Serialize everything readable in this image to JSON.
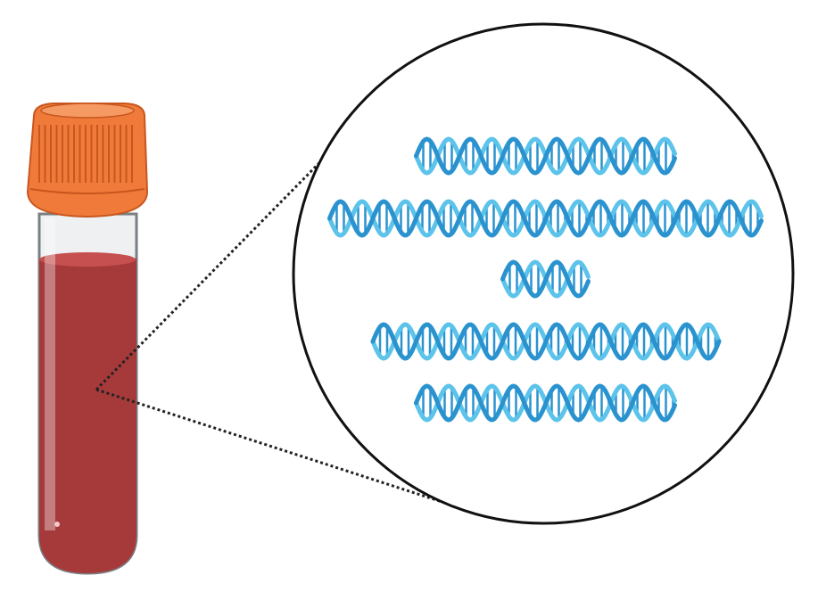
{
  "colors": {
    "background": "#ffffff",
    "cap": "#f07a3a",
    "cap_dark": "#c8561e",
    "blood": "#a63a3a",
    "blood_top": "#c65050",
    "tube_outline": "#7a7f84",
    "tube_glass": "#e9ecee",
    "circle_outline": "#111111",
    "dna_dark": "#2a93cf",
    "dna_light": "#5cc3ea"
  },
  "dna_strands": [
    {
      "turns": 6
    },
    {
      "turns": 10
    },
    {
      "turns": 2
    },
    {
      "turns": 8
    },
    {
      "turns": 6
    }
  ]
}
